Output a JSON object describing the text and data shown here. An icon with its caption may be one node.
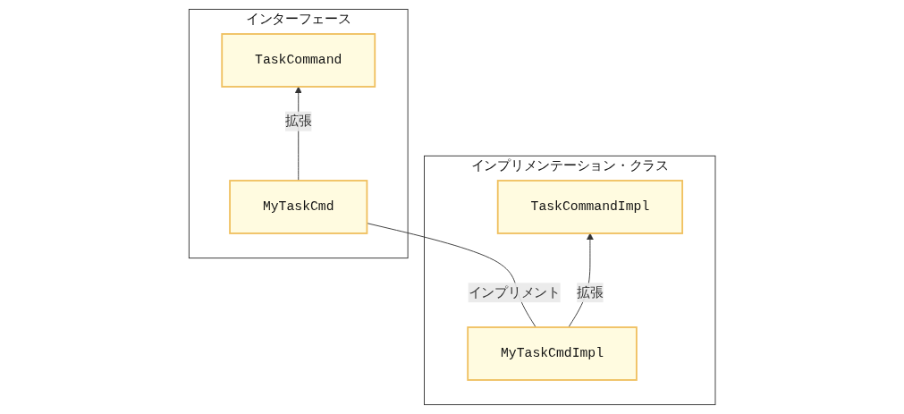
{
  "diagram": {
    "nodes": [
      {
        "text": [
          "インプリメンテーション・クラス"
        ]
      },
      {
        "text": [
          "TaskCommandImpl"
        ],
        "in": 0
      },
      {
        "text": [
          "MyTaskCmdImpl"
        ],
        "in": 0
      },
      {
        "text": [
          "インターフェース"
        ]
      },
      {
        "text": [
          "TaskCommand"
        ],
        "in": 3
      },
      {
        "text": [
          "MyTaskCmd"
        ],
        "in": 3
      }
    ],
    "edges": [
      {
        "from": 2,
        "to": 1,
        "arrow": "to",
        "label": "拡張"
      },
      {
        "from": 5,
        "to": 4,
        "arrow": "to",
        "label": "拡張"
      },
      {
        "from": 2,
        "to": 5,
        "arrow": "none",
        "label": "インプリメント"
      }
    ]
  }
}
